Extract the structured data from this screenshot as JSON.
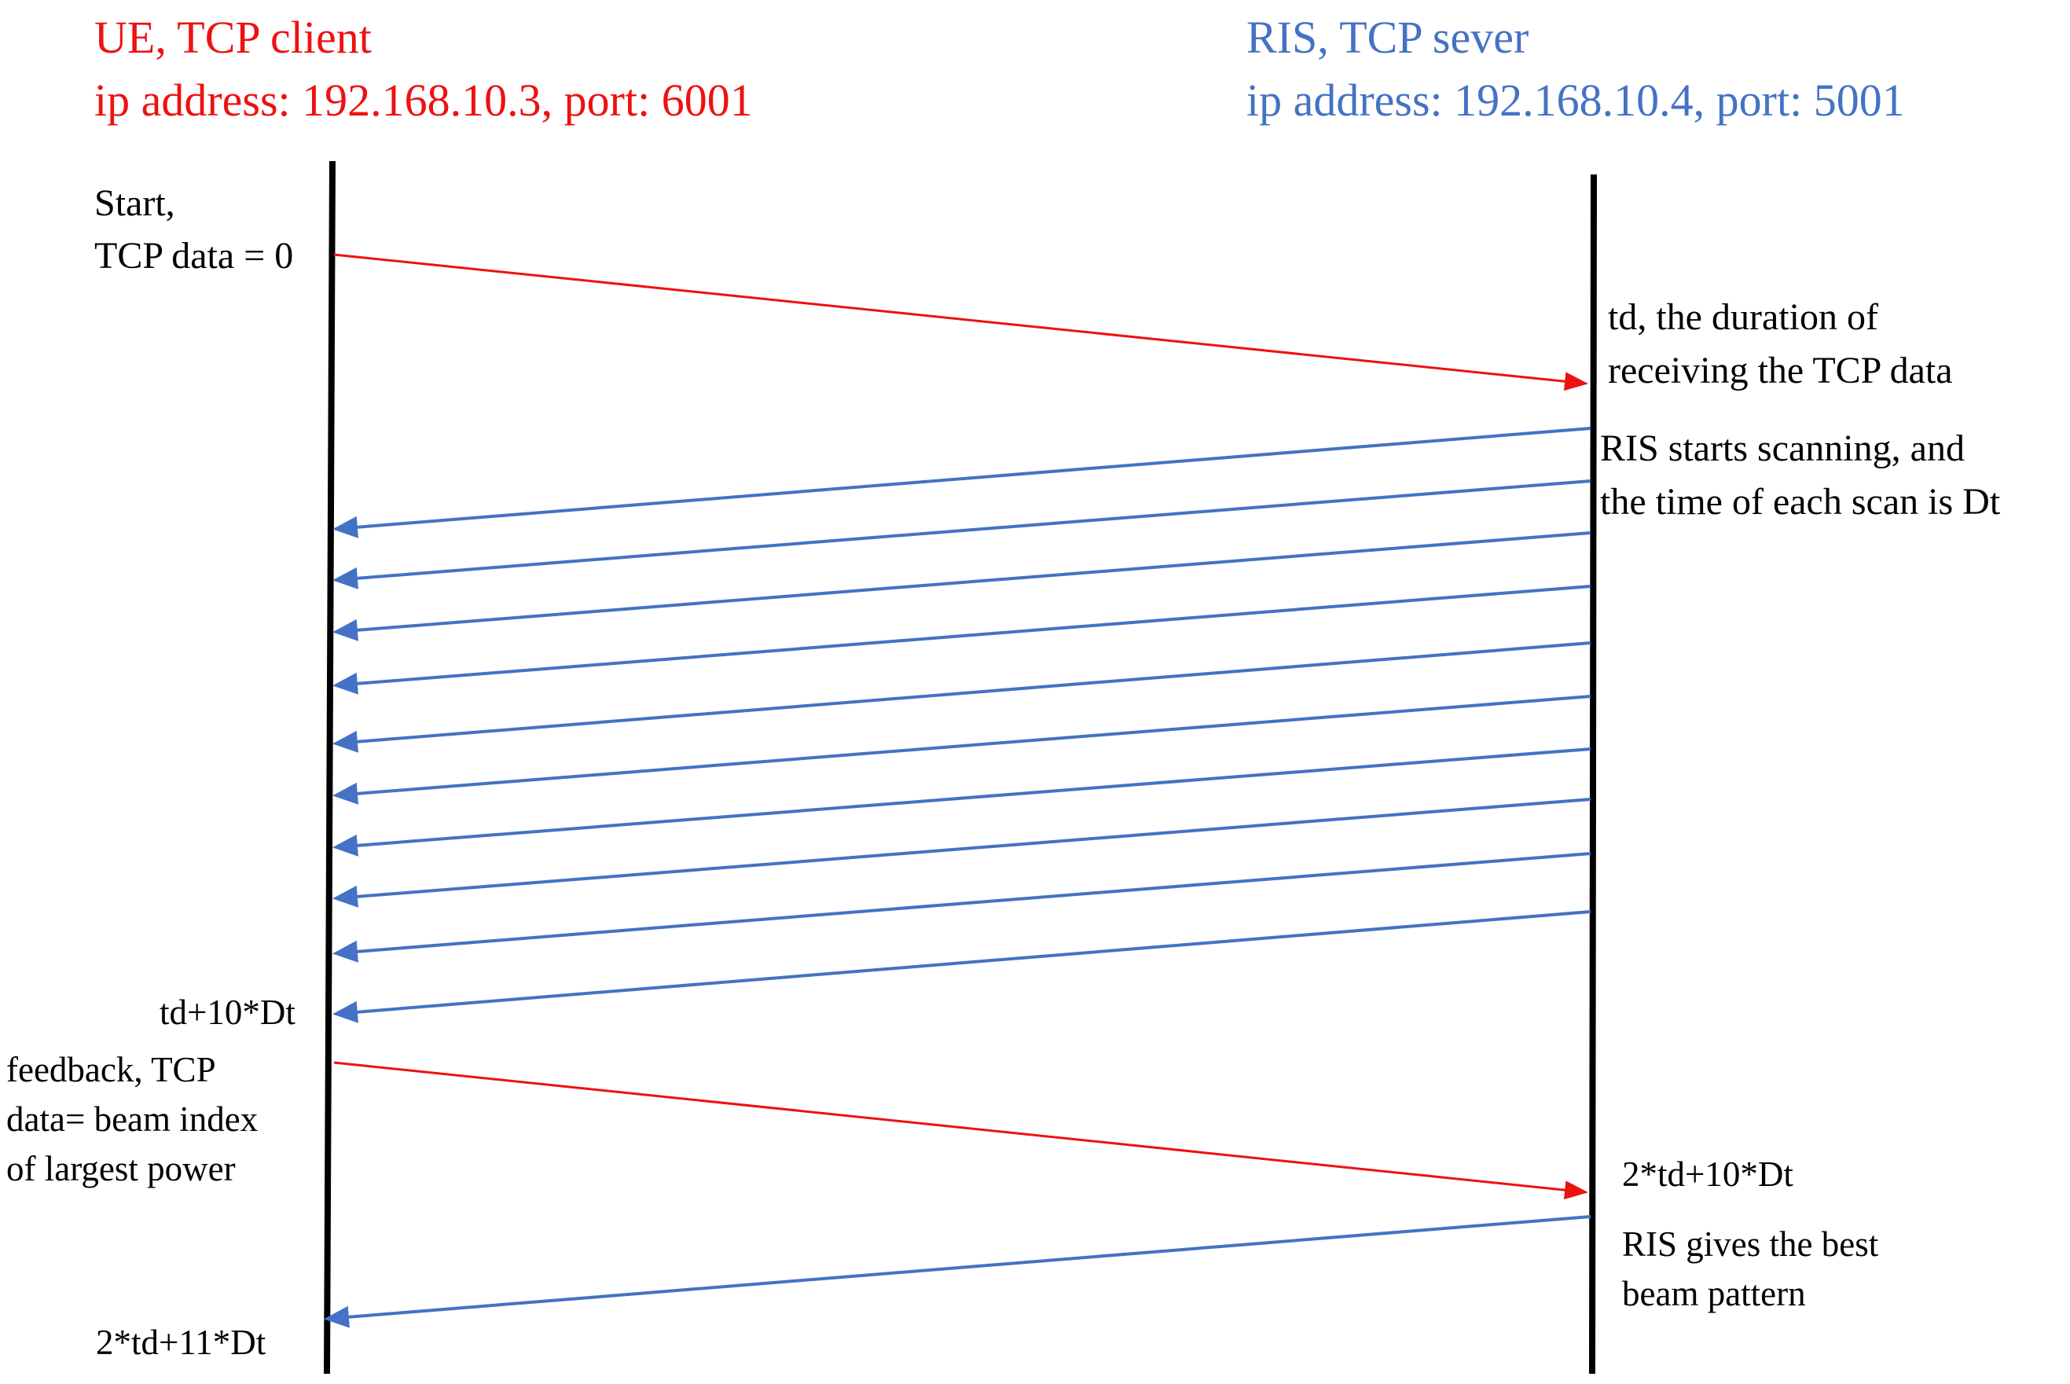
{
  "ue": {
    "title": "UE, TCP client",
    "address": "ip address: 192.168.10.3, port: 6001",
    "color": "#ee1111"
  },
  "ris": {
    "title": "RIS, TCP sever",
    "address": "ip address: 192.168.10.4, port: 5001",
    "color": "#4472c4"
  },
  "labels": {
    "start": "Start,",
    "tcp_data_zero": "TCP data = 0",
    "td_line1": "td, the duration of",
    "td_line2": "receiving the TCP data",
    "scan_line1": "RIS starts scanning, and",
    "scan_line2": "the time of each scan is Dt",
    "t_after_scan": "td+10*Dt",
    "feedback_line1": "feedback, TCP",
    "feedback_line2": "data= beam index",
    "feedback_line3": "of largest power",
    "t_feedback_rx": "2*td+10*Dt",
    "best_line1": "RIS gives the best",
    "best_line2": "beam pattern",
    "t_final": "2*td+11*Dt"
  },
  "messages": {
    "scan_count": 11,
    "colors": {
      "request": "#ee1111",
      "response": "#4472c4",
      "lifeline": "#000000"
    }
  }
}
